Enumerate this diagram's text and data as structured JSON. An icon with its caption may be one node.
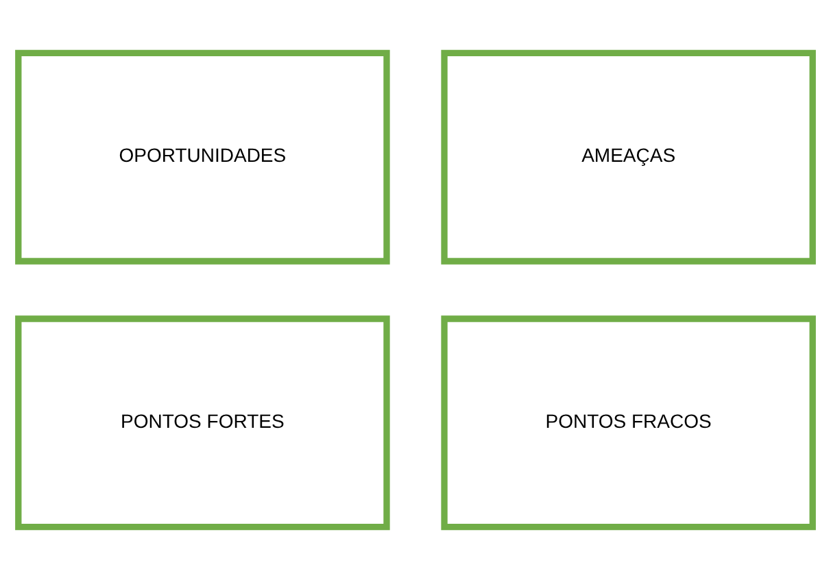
{
  "diagram": {
    "nodes": [
      {
        "text": [
          "OPORTUNIDADES"
        ]
      },
      {
        "text": [
          "AMEAÇAS"
        ]
      },
      {
        "text": [
          "PONTOS FORTES"
        ]
      },
      {
        "text": [
          "PONTOS FRACOS"
        ]
      }
    ]
  }
}
